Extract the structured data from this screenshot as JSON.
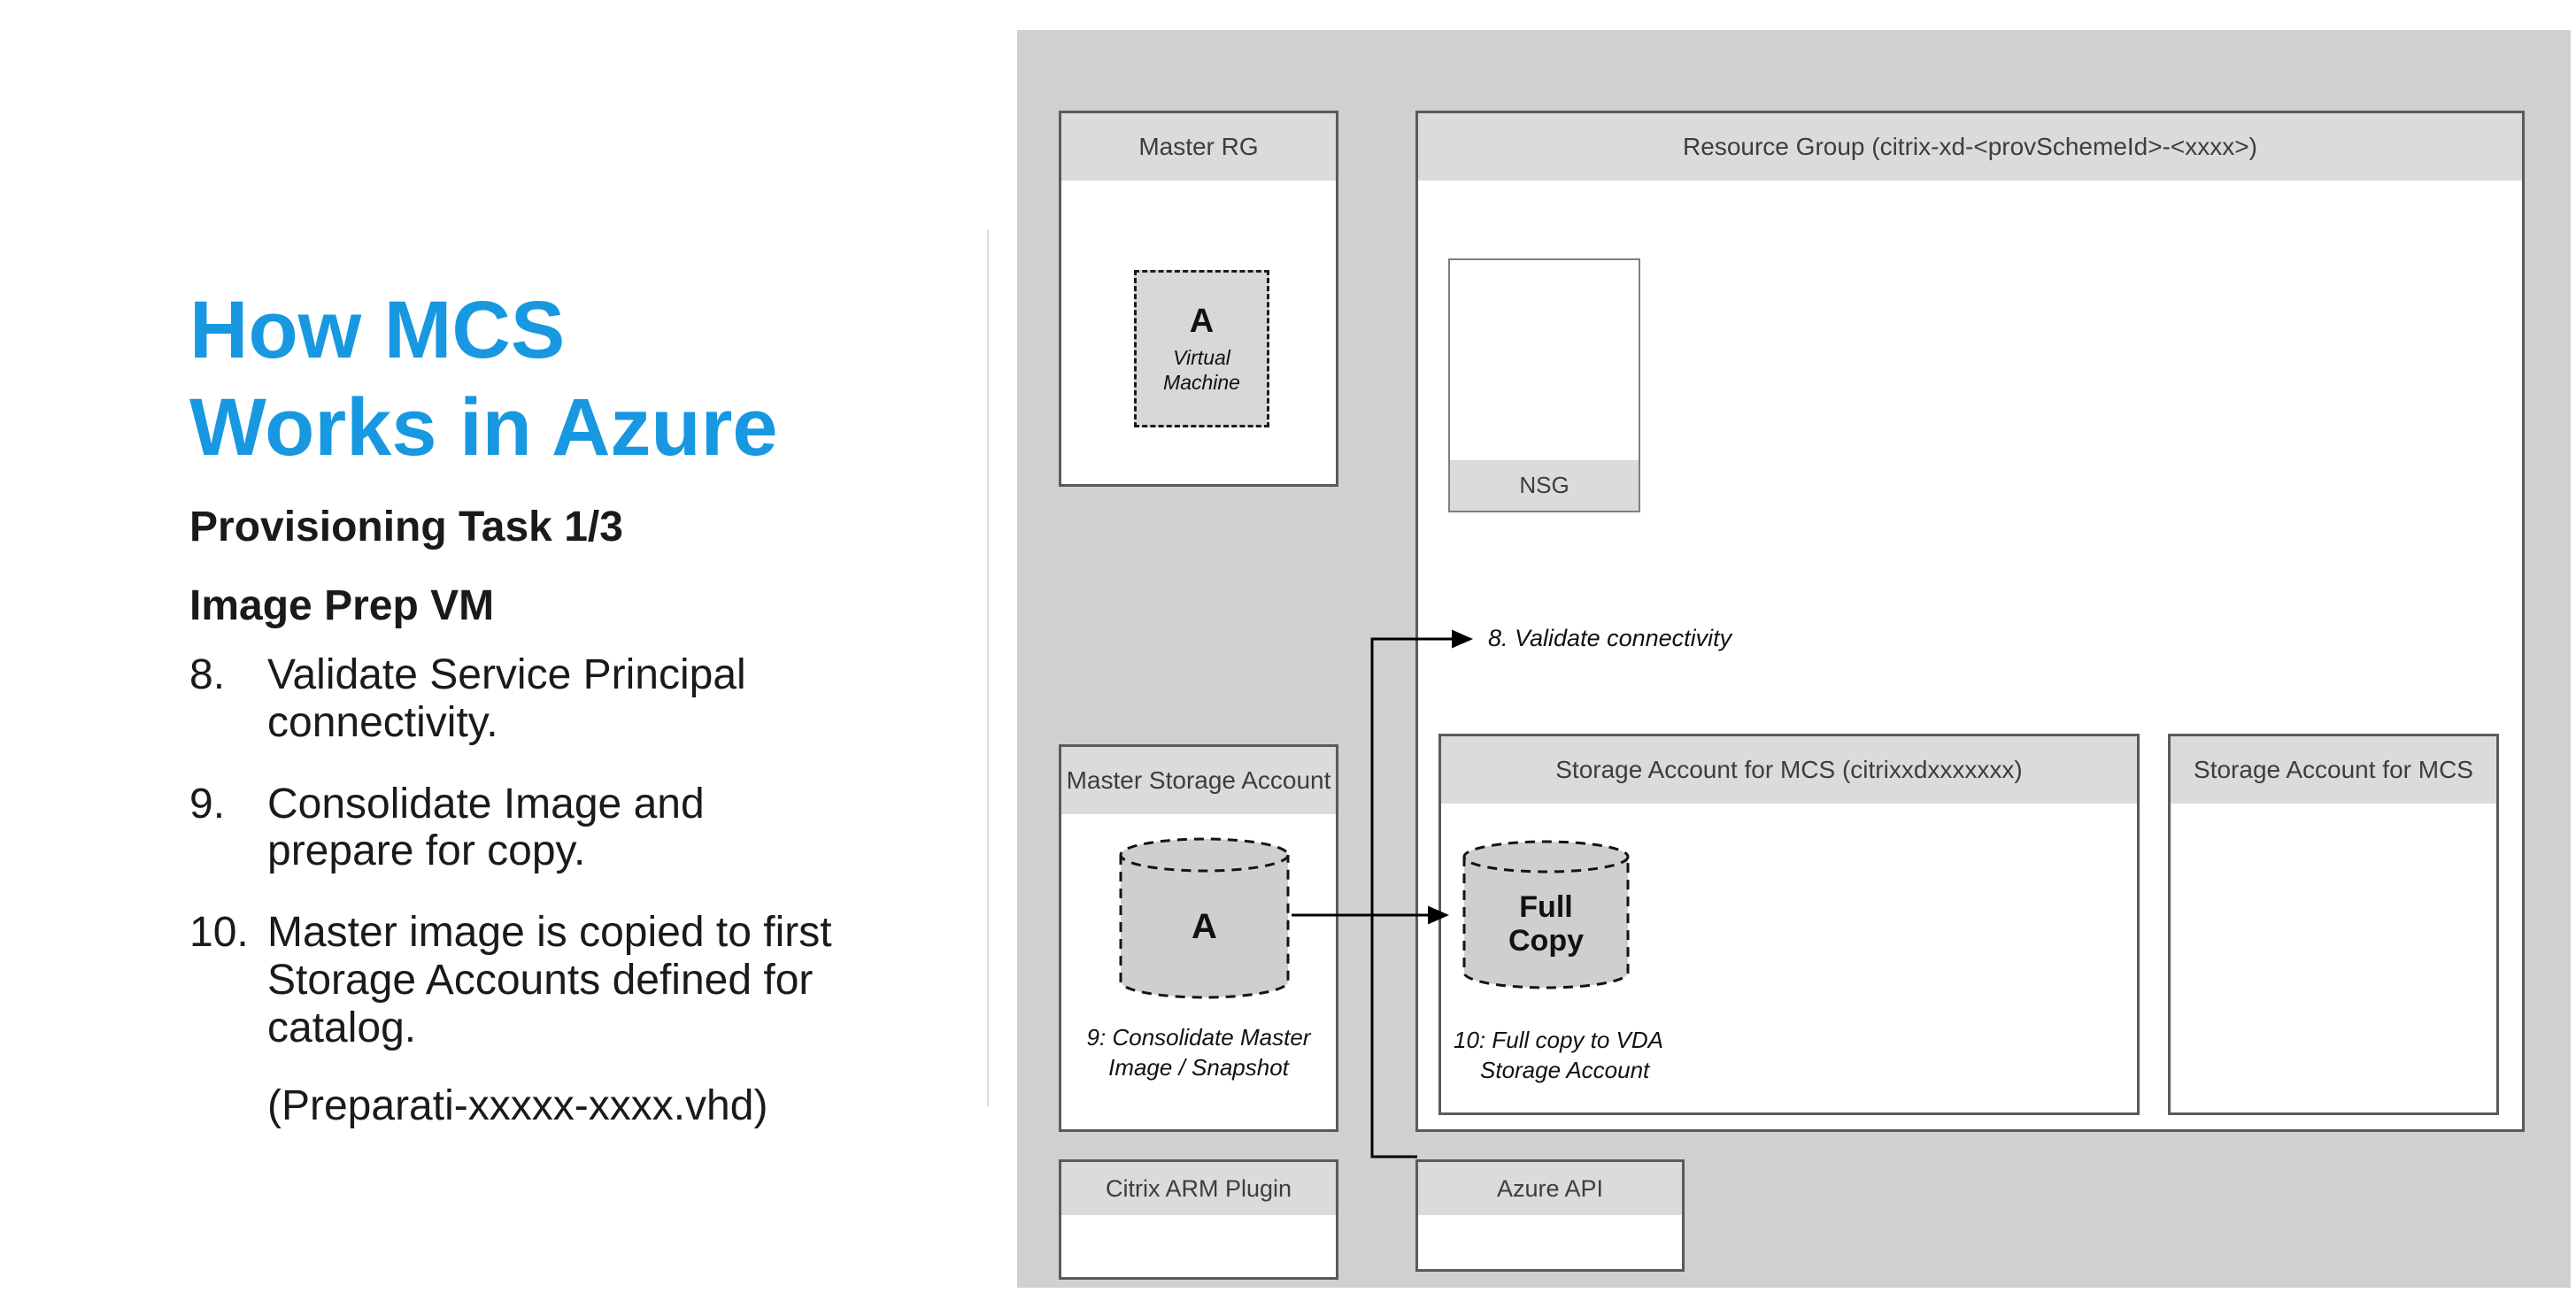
{
  "colors": {
    "accent": "#1798e1",
    "panel_bg": "#d0d0d0",
    "box_header_bg": "#dbdbdb",
    "box_border": "#5a5a5a",
    "shape_fill": "#cfcfcf"
  },
  "text": {
    "title_line1": "How MCS",
    "title_line2": "Works in Azure",
    "subtitle_task": "Provisioning Task 1/3",
    "subtitle_step": "Image Prep VM",
    "steps": [
      {
        "num": "8.",
        "text": "Validate Service Principal connectivity."
      },
      {
        "num": "9.",
        "text": "Consolidate Image and prepare for copy."
      },
      {
        "num": "10.",
        "text": "Master image is copied to first Storage Accounts defined for catalog."
      }
    ],
    "note": "(Preparati-xxxxx-xxxx.vhd)"
  },
  "diagram": {
    "master_rg": {
      "title": "Master RG",
      "vm_label": "A",
      "vm_caption": "Virtual Machine"
    },
    "resource_group": {
      "title": "Resource Group (citrix-xd-<provSchemeId>-<xxxx>)",
      "nsg_label": "NSG",
      "validate_note": "8. Validate connectivity"
    },
    "storage_mcs_primary": {
      "title": "Storage Account for MCS (citrixxdxxxxxxx)",
      "cylinder_label": "Full Copy",
      "caption_line1": "10: Full copy to VDA",
      "caption_line2": "Storage Account"
    },
    "storage_mcs_secondary": {
      "title": "Storage Account for MCS"
    },
    "master_storage": {
      "title": "Master Storage Account",
      "cylinder_label": "A",
      "caption_line1": "9: Consolidate Master",
      "caption_line2": "Image / Snapshot"
    },
    "citrix_arm": {
      "title": "Citrix ARM Plugin"
    },
    "azure_api": {
      "title": "Azure API"
    }
  }
}
